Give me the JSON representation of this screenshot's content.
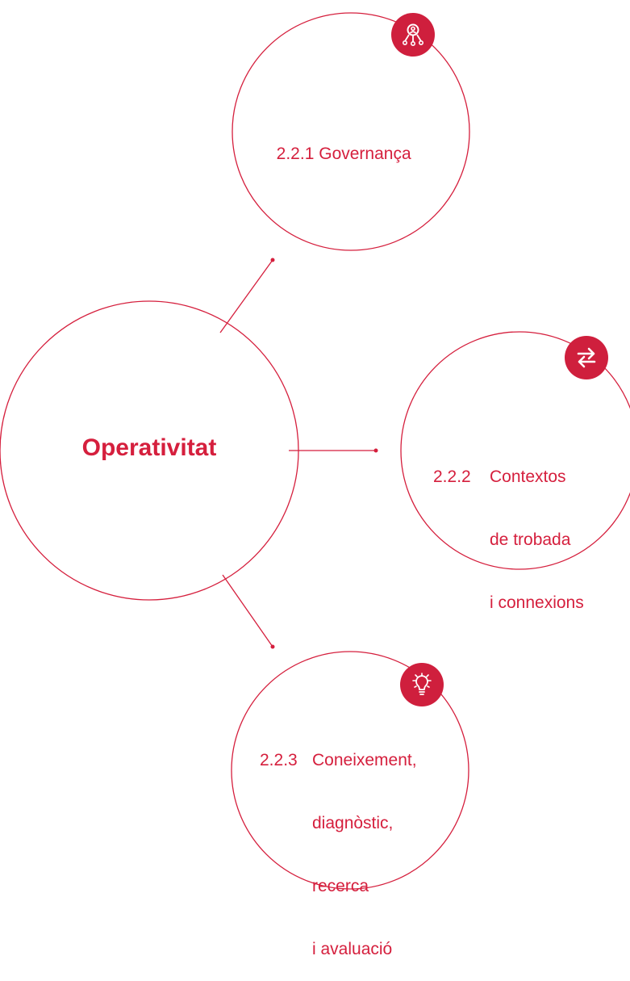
{
  "colors": {
    "accent": "#d51f3d",
    "badge": "#cf1f3d"
  },
  "center": {
    "label": "Operativitat"
  },
  "nodes": [
    {
      "code": "2.2.1",
      "lines": [
        "Governança"
      ],
      "icon": "people-network-icon"
    },
    {
      "code": "2.2.2",
      "lines": [
        "Contextos",
        "de trobada",
        "i connexions"
      ],
      "icon": "arrows-exchange-icon"
    },
    {
      "code": "2.2.3",
      "lines": [
        "Coneixement,",
        "diagnòstic,",
        "recerca",
        "i avaluació"
      ],
      "icon": "lightbulb-icon"
    }
  ]
}
